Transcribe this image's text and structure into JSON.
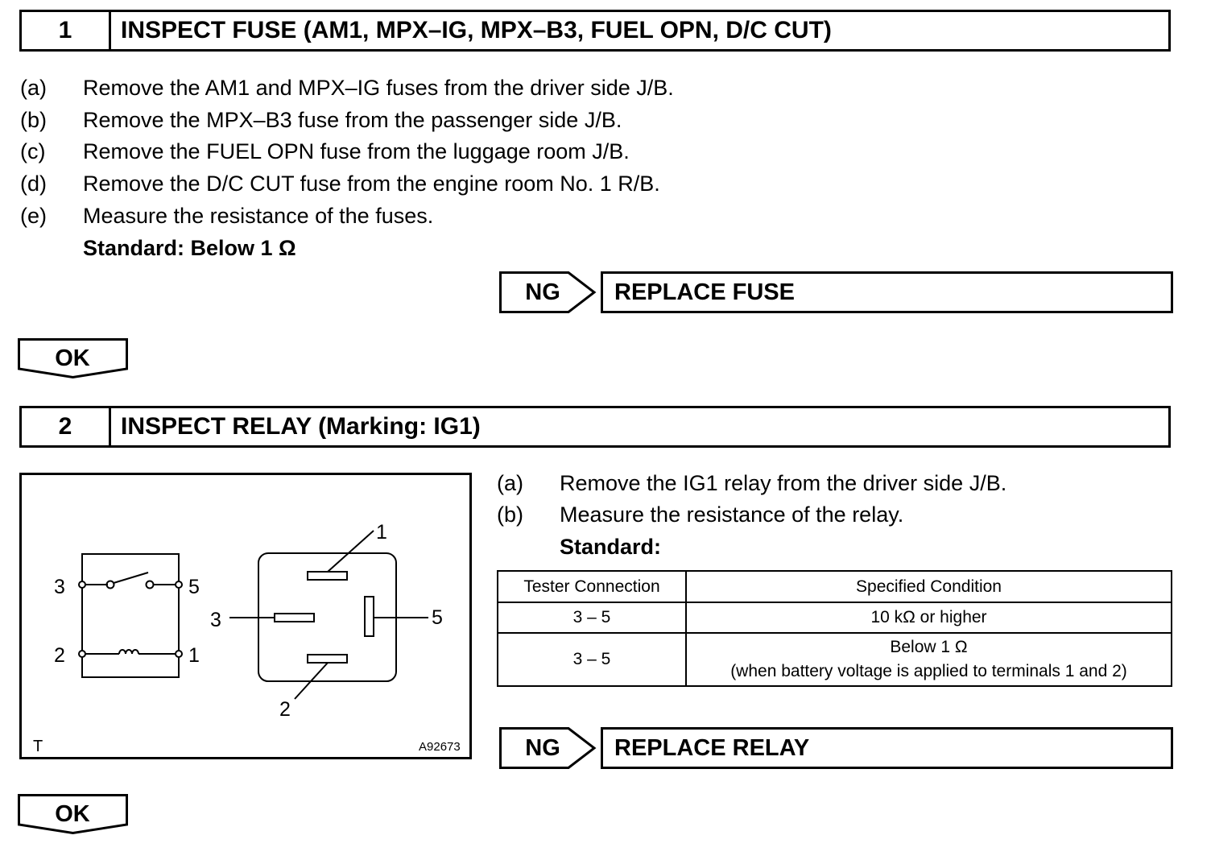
{
  "step1": {
    "number": "1",
    "title": "INSPECT FUSE (AM1, MPX–IG, MPX–B3, FUEL OPN, D/C CUT)",
    "items": [
      {
        "label": "(a)",
        "text": "Remove the AM1 and MPX–IG fuses from the driver side J/B."
      },
      {
        "label": "(b)",
        "text": "Remove the MPX–B3 fuse from the passenger side J/B."
      },
      {
        "label": "(c)",
        "text": "Remove the FUEL OPN fuse from the luggage room J/B."
      },
      {
        "label": "(d)",
        "text": "Remove the D/C CUT fuse from the engine room No. 1 R/B."
      },
      {
        "label": "(e)",
        "text": "Measure the resistance of the fuses."
      }
    ],
    "standard": "Standard: Below 1 Ω",
    "ng_label": "NG",
    "ng_action": "REPLACE FUSE",
    "ok_label": "OK"
  },
  "step2": {
    "number": "2",
    "title": "INSPECT RELAY (Marking: IG1)",
    "items": [
      {
        "label": "(a)",
        "text": "Remove the IG1 relay from the driver side J/B."
      },
      {
        "label": "(b)",
        "text": "Measure the resistance of the relay."
      }
    ],
    "standard": "Standard:",
    "table": {
      "headers": [
        "Tester Connection",
        "Specified Condition"
      ],
      "rows": [
        {
          "connection": "3 – 5",
          "condition": "10 kΩ or higher",
          "condition_note": ""
        },
        {
          "connection": "3 – 5",
          "condition": "Below 1 Ω",
          "condition_note": "(when battery voltage is applied to terminals 1 and 2)"
        }
      ]
    },
    "ng_label": "NG",
    "ng_action": "REPLACE RELAY",
    "ok_label": "OK"
  },
  "figure": {
    "corner_left": "T",
    "code": "A92673",
    "schematic_terminals": [
      "3",
      "5",
      "2",
      "1"
    ],
    "connector_terminals": [
      "1",
      "3",
      "5",
      "2"
    ]
  }
}
